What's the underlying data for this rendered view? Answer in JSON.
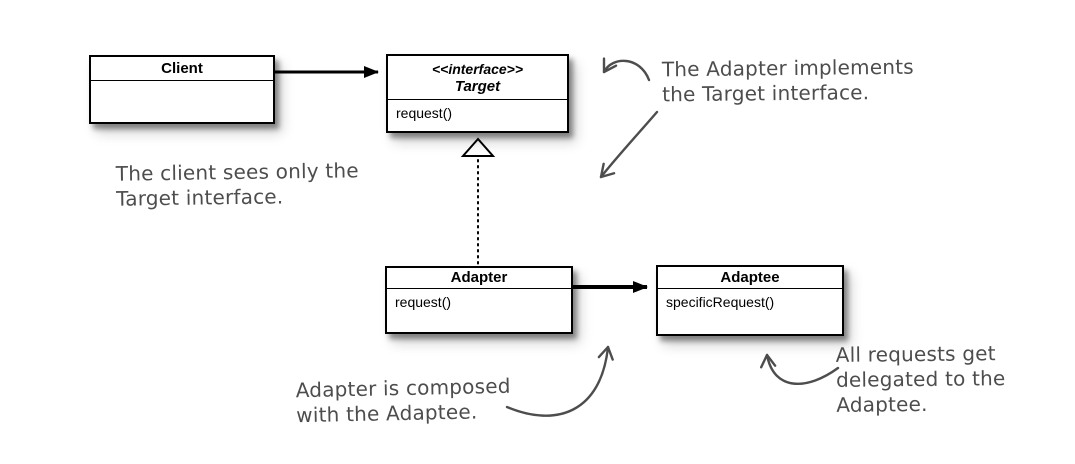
{
  "classes": {
    "client": {
      "name": "Client",
      "methods": []
    },
    "target": {
      "stereotype": "<<interface>>",
      "name": "Target",
      "methods": [
        "request()"
      ]
    },
    "adapter": {
      "name": "Adapter",
      "methods": [
        "request()"
      ]
    },
    "adaptee": {
      "name": "Adaptee",
      "methods": [
        "specificRequest()"
      ]
    }
  },
  "annotations": {
    "client_note": {
      "lines": [
        "The client sees only the",
        "Target interface."
      ]
    },
    "adapter_note": {
      "lines": [
        "The Adapter implements",
        "the Target interface."
      ]
    },
    "composed_note": {
      "lines": [
        "Adapter is composed",
        "with the Adaptee."
      ]
    },
    "delegate_note": {
      "lines": [
        "All requests get",
        "delegated to the",
        "Adaptee."
      ]
    }
  },
  "colors": {
    "annotation_ink": "#4d4d4d",
    "box_border": "#000000",
    "box_fill": "#ffffff",
    "connector": "#000000"
  }
}
